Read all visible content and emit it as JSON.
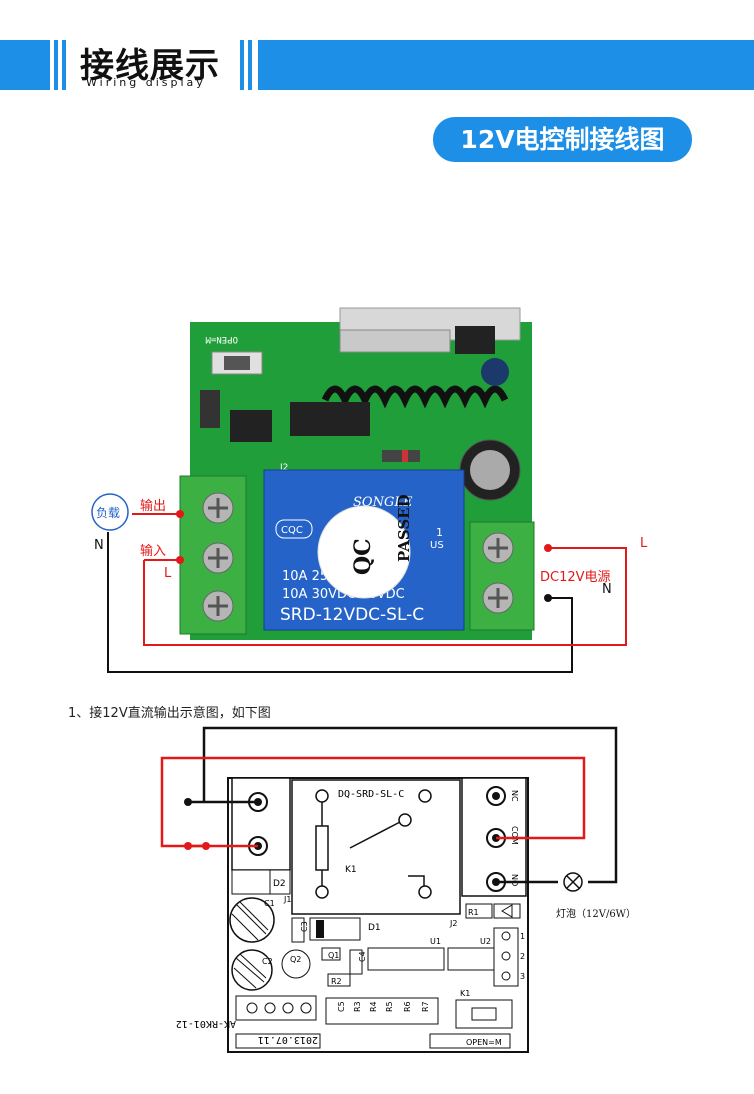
{
  "header": {
    "title": "接线展示",
    "subtitle": "Wiring display"
  },
  "section_pill": "12V电控制接线图",
  "photo_diagram": {
    "load_label": "负载",
    "output_label": "输出",
    "input_label": "输入",
    "n_left": "N",
    "l_left": "L",
    "l_right": "L",
    "n_right": "N",
    "power_label": "DC12V电源",
    "brand": "SONGLE",
    "cqc": "CQC",
    "relay_line1": "10A 250VAC",
    "relay_line2": "10A 30VDC 28VDC",
    "relay_model": "SRD-12VDC-SL-C",
    "relay_us": "US",
    "relay_one": "1",
    "qc_seal_qc": "QC",
    "qc_seal_passed": "PASSED",
    "pcb_open": "OPEN=M",
    "pcb_j2": "J2"
  },
  "schematic": {
    "caption": "1、接12V直流输出示意图，如下图",
    "relay_title": "DQ-SRD-SL-C",
    "k1": "K1",
    "d2": "D2",
    "d1": "D1",
    "c1": "C1",
    "c2": "C2",
    "c3": "C3",
    "c4": "C4",
    "c5": "C5",
    "q1": "Q1",
    "q2": "Q2",
    "r1": "R1",
    "r2": "R2",
    "r3": "R3",
    "r4": "R4",
    "r5": "R5",
    "r6": "R6",
    "r7": "R7",
    "u1": "U1",
    "u2": "U2",
    "j1": "J1",
    "j2": "J2",
    "k1b": "K1",
    "nc": "NC",
    "com": "COM",
    "no": "NO",
    "board_model": "AK-RK01-12",
    "board_date": "2013.07.11",
    "open_m": "OPEN=M",
    "pin1": "1",
    "pin2": "2",
    "pin3": "3",
    "lamp_label": "灯泡（12V/6W）"
  },
  "colors": {
    "accent": "#1e8fe6",
    "wire_red": "#e31919",
    "pcb_green": "#1f9e3a",
    "terminal_green": "#3cb043",
    "relay_blue": "#2563c9"
  }
}
